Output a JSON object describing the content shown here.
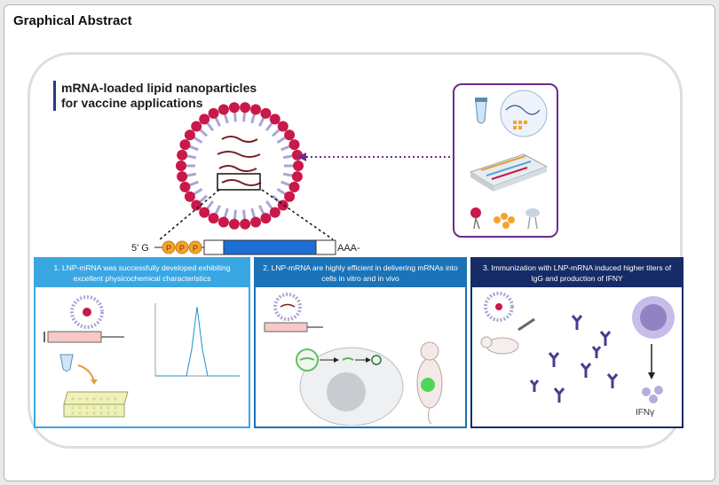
{
  "title": "Graphical Abstract",
  "heading": {
    "line1": "mRNA-loaded lipid nanoparticles",
    "line2": "for vaccine applications"
  },
  "mrna_construct": {
    "five_prime": "5' G",
    "cap": [
      "P",
      "P",
      "P"
    ],
    "three_prime": "AAA- 3'"
  },
  "panels": [
    {
      "label": "1. LNP-mRNA was successfully developed exhibiting excellent physicochemical characteristics"
    },
    {
      "label": "2. LNP-mRNA are highly efficient in delivering mRNAs into cells in vitro and in vivo"
    },
    {
      "label": "3. Immunization with LNP-mRNA induced higher titers of IgG and production of IFNY"
    }
  ],
  "ifn_label": "IFNγ",
  "colors": {
    "lipid_head": "#c9184a",
    "lipid_tail": "#a9a6d6",
    "mrna": "#7a1f2b",
    "cap": "#f4a42d",
    "coding": "#1d6fd6",
    "purple_border": "#6b2c8f",
    "panel1": "#3aa7e3",
    "panel2": "#1b73b8",
    "panel3": "#152c66"
  }
}
